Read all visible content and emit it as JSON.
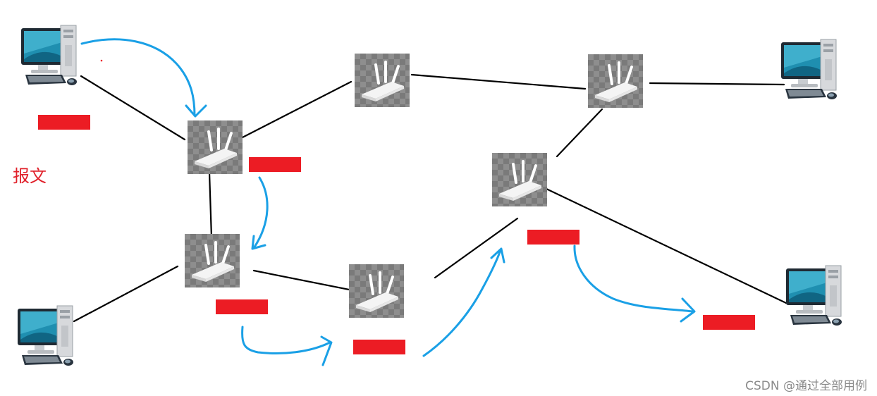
{
  "labels": {
    "message": "报文",
    "watermark": "CSDN @通过全部用例"
  },
  "colors": {
    "link": "#000000",
    "flow_arrow": "#1aa0e6",
    "packet": "#ec1c24",
    "label_text": "#e0202a",
    "watermark_text": "#8a8a8a",
    "router_bg": "#808080"
  },
  "icons": {
    "host": "desktop-computer-icon",
    "router": "wireless-router-icon",
    "packet": "packet-block"
  }
}
